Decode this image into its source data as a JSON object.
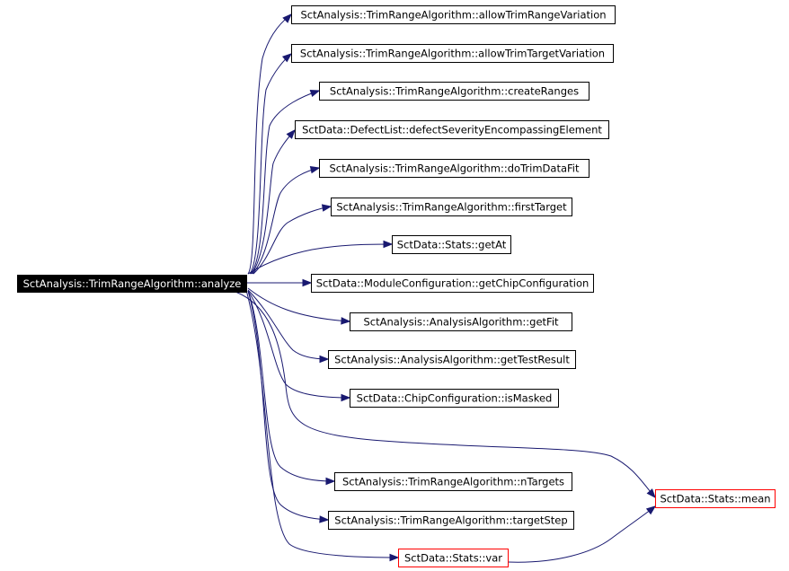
{
  "colors": {
    "edge": "#191970",
    "node_border": "#000000",
    "root_fill": "#000000",
    "root_text": "#ffffff",
    "highlight_border": "#ff0000"
  },
  "root": {
    "label": "SctAnalysis::TrimRangeAlgorithm::analyze"
  },
  "nodes": [
    {
      "id": "n1",
      "label": "SctAnalysis::TrimRangeAlgorithm::allowTrimRangeVariation",
      "highlight": false
    },
    {
      "id": "n2",
      "label": "SctAnalysis::TrimRangeAlgorithm::allowTrimTargetVariation",
      "highlight": false
    },
    {
      "id": "n3",
      "label": "SctAnalysis::TrimRangeAlgorithm::createRanges",
      "highlight": false
    },
    {
      "id": "n4",
      "label": "SctData::DefectList::defectSeverityEncompassingElement",
      "highlight": false
    },
    {
      "id": "n5",
      "label": "SctAnalysis::TrimRangeAlgorithm::doTrimDataFit",
      "highlight": false
    },
    {
      "id": "n6",
      "label": "SctAnalysis::TrimRangeAlgorithm::firstTarget",
      "highlight": false
    },
    {
      "id": "n7",
      "label": "SctData::Stats::getAt",
      "highlight": false
    },
    {
      "id": "n8",
      "label": "SctData::ModuleConfiguration::getChipConfiguration",
      "highlight": false
    },
    {
      "id": "n9",
      "label": "SctAnalysis::AnalysisAlgorithm::getFit",
      "highlight": false
    },
    {
      "id": "n10",
      "label": "SctAnalysis::AnalysisAlgorithm::getTestResult",
      "highlight": false
    },
    {
      "id": "n11",
      "label": "SctData::ChipConfiguration::isMasked",
      "highlight": false
    },
    {
      "id": "n12",
      "label": "SctAnalysis::TrimRangeAlgorithm::nTargets",
      "highlight": false
    },
    {
      "id": "n13",
      "label": "SctAnalysis::TrimRangeAlgorithm::targetStep",
      "highlight": false
    },
    {
      "id": "n14",
      "label": "SctData::Stats::var",
      "highlight": true
    },
    {
      "id": "n15",
      "label": "SctData::Stats::mean",
      "highlight": true
    }
  ],
  "edges": [
    {
      "from": "root",
      "to": "n1"
    },
    {
      "from": "root",
      "to": "n2"
    },
    {
      "from": "root",
      "to": "n3"
    },
    {
      "from": "root",
      "to": "n4"
    },
    {
      "from": "root",
      "to": "n5"
    },
    {
      "from": "root",
      "to": "n6"
    },
    {
      "from": "root",
      "to": "n7"
    },
    {
      "from": "root",
      "to": "n8"
    },
    {
      "from": "root",
      "to": "n9"
    },
    {
      "from": "root",
      "to": "n10"
    },
    {
      "from": "root",
      "to": "n11"
    },
    {
      "from": "root",
      "to": "n12"
    },
    {
      "from": "root",
      "to": "n13"
    },
    {
      "from": "root",
      "to": "n14"
    },
    {
      "from": "root",
      "to": "n15"
    },
    {
      "from": "n14",
      "to": "n15"
    }
  ]
}
